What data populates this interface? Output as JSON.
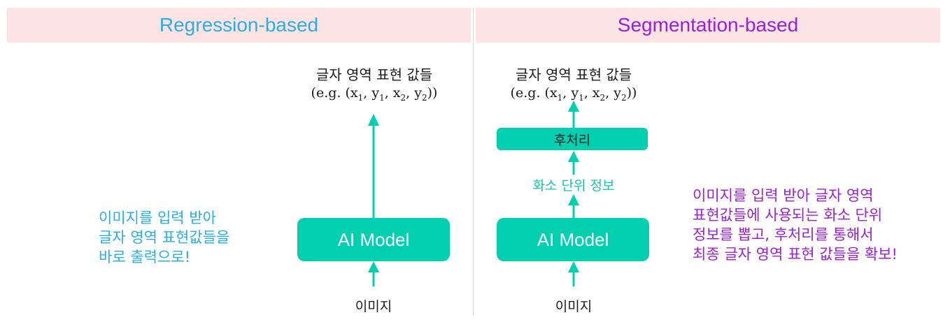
{
  "headers": {
    "left": "Regression-based",
    "right": "Segmentation-based"
  },
  "left": {
    "output_line1": "글자 영역 표현 값들",
    "output_line2_prefix": "(e.g. (x",
    "model_label": "AI Model",
    "input_label": "이미지",
    "description": [
      "이미지를 입력 받아",
      "글자 영역 표현값들을",
      "바로 출력으로!"
    ]
  },
  "right": {
    "output_line1": "글자 영역 표현 값들",
    "output_line2_prefix": "(e.g. (x",
    "postprocess_label": "후처리",
    "pixel_info_label": "화소 단위 정보",
    "model_label": "AI Model",
    "input_label": "이미지",
    "description": [
      "이미지를 입력 받아 글자 영역",
      "표현값들에 사용되는 화소 단위",
      "정보를 뽑고, 후처리를 통해서",
      "최종 글자 영역 표현 값들을 확보!"
    ]
  },
  "colors": {
    "teal": "#00d0b0",
    "cyan_text": "#29aee6",
    "purple_text": "#9a1fd6",
    "header_bg": "#fde3e4"
  }
}
